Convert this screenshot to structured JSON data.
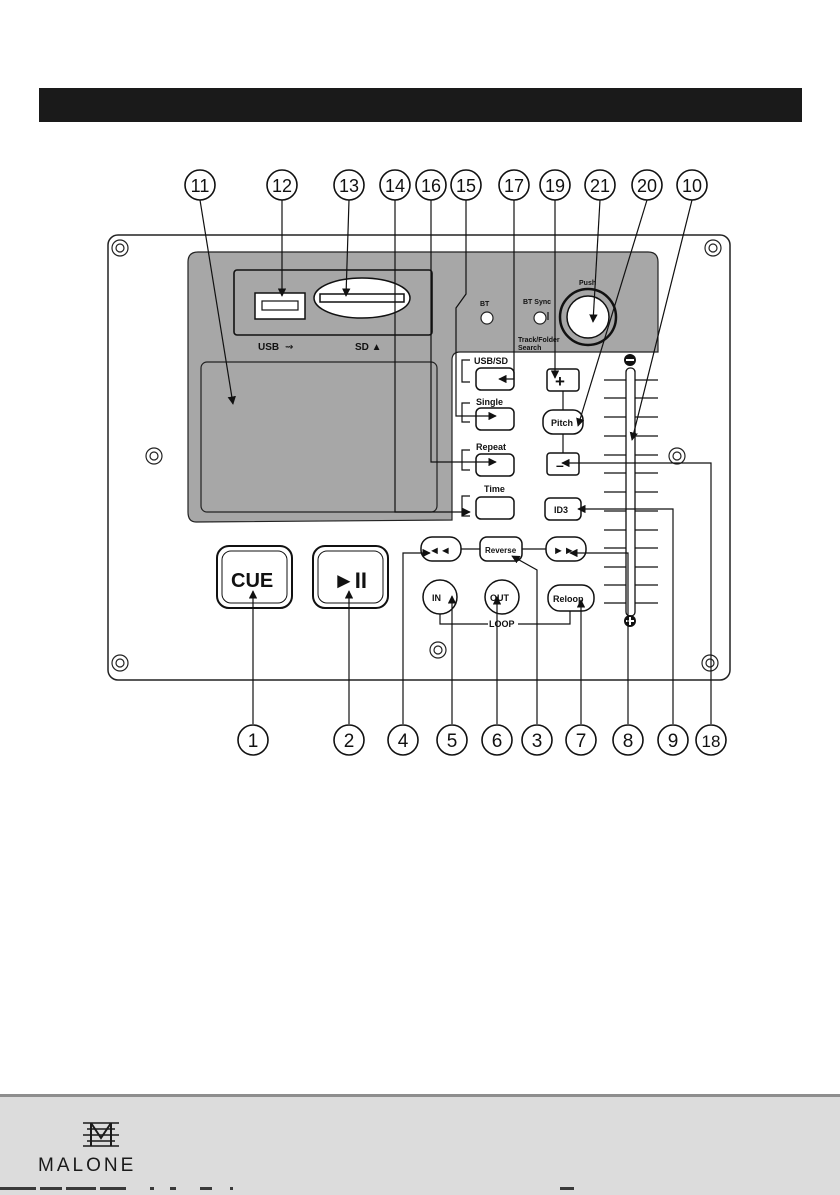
{
  "callouts": {
    "top": [
      {
        "id": "c11",
        "label": "11"
      },
      {
        "id": "c12",
        "label": "12"
      },
      {
        "id": "c13",
        "label": "13"
      },
      {
        "id": "c14",
        "label": "14"
      },
      {
        "id": "c16",
        "label": "16"
      },
      {
        "id": "c15",
        "label": "15"
      },
      {
        "id": "c17",
        "label": "17"
      },
      {
        "id": "c19",
        "label": "19"
      },
      {
        "id": "c21",
        "label": "21"
      },
      {
        "id": "c20",
        "label": "20"
      },
      {
        "id": "c10",
        "label": "10"
      }
    ],
    "bottom": [
      {
        "id": "b1",
        "label": "1"
      },
      {
        "id": "b2",
        "label": "2"
      },
      {
        "id": "b4",
        "label": "4"
      },
      {
        "id": "b5",
        "label": "5"
      },
      {
        "id": "b6",
        "label": "6"
      },
      {
        "id": "b3",
        "label": "3"
      },
      {
        "id": "b7",
        "label": "7"
      },
      {
        "id": "b8",
        "label": "8"
      },
      {
        "id": "b9",
        "label": "9"
      },
      {
        "id": "b18",
        "label": "18"
      }
    ]
  },
  "panel": {
    "usb_label": "USB",
    "sd_label": "SD ▲",
    "bt_label": "BT",
    "bt_sync_label": "BT Sync",
    "push_label": "Push",
    "track_folder_label": "Track/Folder",
    "search_label": "Search",
    "usb_sd_label": "USB/SD",
    "single_label": "Single",
    "repeat_label": "Repeat",
    "time_label": "Time",
    "pitch_label": "Pitch",
    "id3_label": "ID3",
    "reverse_label": "Reverse",
    "in_label": "IN",
    "out_label": "OUT",
    "reloop_label": "Reloop",
    "loop_label": "LOOP",
    "cue_label": "CUE",
    "play_pause_label": "►II",
    "plus_label": "+",
    "minus_label": "–",
    "prev_label": "◄◄",
    "next_label": "►►",
    "fader_minus": "−",
    "fader_plus": "+"
  },
  "footer": {
    "brand": "MALONE"
  }
}
